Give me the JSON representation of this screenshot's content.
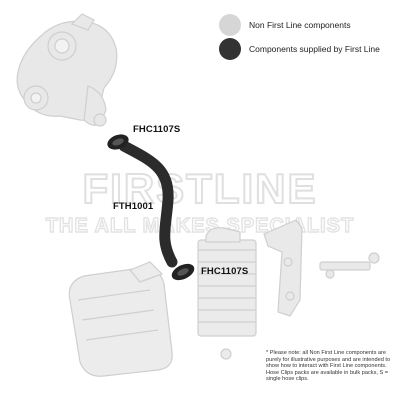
{
  "legend": {
    "non_first_line": {
      "label": "Non First Line components",
      "color": "#d6d6d6"
    },
    "first_line": {
      "label": "Components supplied by First Line",
      "color": "#333333"
    }
  },
  "watermark": {
    "brand": "FIRSTLINE",
    "tagline": "THE ALL MAKES SPECIALIST"
  },
  "parts": {
    "clip_top": "FHC1107S",
    "hose": "FTH1001",
    "clip_bottom": "FHC1107S"
  },
  "note": "* Please note: all Non First Line components are purely for illustrative purposes and are intended to show how to interact with First Line components. Hose Clips packs are available in bulk packs, S = single hose clips.",
  "colors": {
    "ghost_part": "#e7e7e7",
    "ghost_outline": "#cfcfcf",
    "supplied_part": "#2b2b2b"
  }
}
